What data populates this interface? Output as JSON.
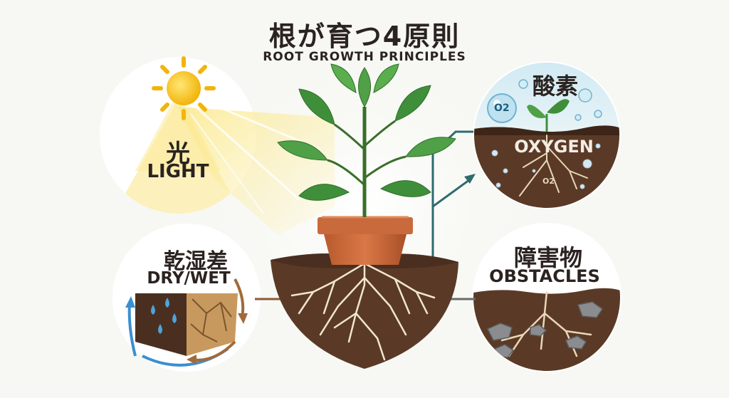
{
  "title": {
    "jp": "根が育つ4原則",
    "en": "ROOT GROWTH PRINCIPLES"
  },
  "principles": {
    "light": {
      "jp": "光",
      "en": "LIGHT"
    },
    "drywet": {
      "jp": "乾湿差",
      "en": "DRY/WET"
    },
    "oxygen": {
      "jp": "酸素",
      "en": "OXYGEN",
      "o2_label": "O2",
      "o2_small": "O2"
    },
    "obstacles": {
      "jp": "障害物",
      "en": "OBSTACLES"
    }
  },
  "colors": {
    "soil": "#5a3a26",
    "pot": "#c96a3c",
    "leaf": "#3f8f3a",
    "sun": "#f6c21c",
    "arrow_teal": "#2e6b6f",
    "arrow_brown": "#8a5a3a",
    "water": "#3a8fd0"
  }
}
